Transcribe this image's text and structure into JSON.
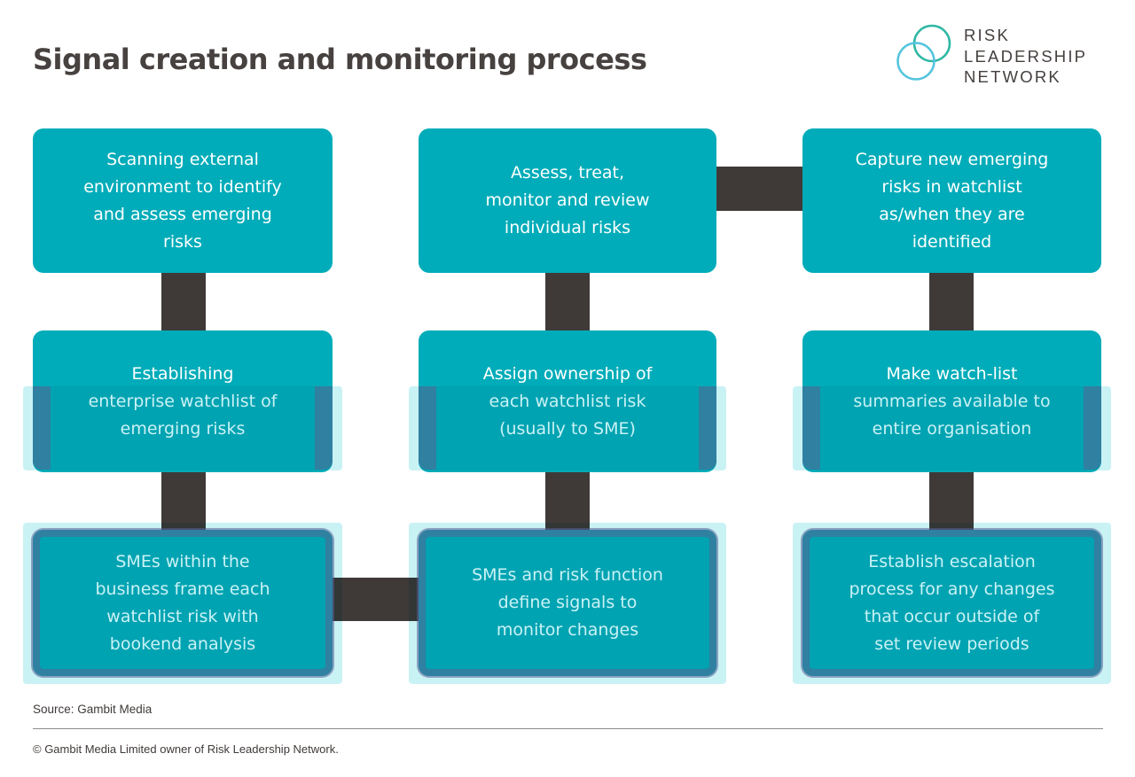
{
  "header": {
    "title": "Signal creation and monitoring process",
    "logo": {
      "text": "RISK\nLEADERSHIP\nNETWORK",
      "ring_teal_color": "#2eb7a4",
      "ring_blue_color": "#54c4de"
    }
  },
  "colors": {
    "box_teal": "#00acb9",
    "connector_dark": "#3f3a38",
    "highlight_cyan": "#c9f2f5",
    "highlight_edge_blue": "#3d87a8",
    "title_text": "#474140",
    "box_text": "#ffffff"
  },
  "flow": {
    "boxes": [
      {
        "id": "scan-external",
        "label": "Scanning external\nenvironment to identify\nand assess emerging\nrisks"
      },
      {
        "id": "assess-treat-monitor",
        "label": "Assess, treat,\nmonitor and review\nindividual risks"
      },
      {
        "id": "capture-new-risks",
        "label": "Capture new emerging\nrisks in watchlist\nas/when they are\nidentified"
      },
      {
        "id": "establish-watchlist",
        "label": "Establishing\nenterprise watchlist of\nemerging risks"
      },
      {
        "id": "assign-ownership",
        "label": "Assign ownership of\neach watchlist risk\n(usually to SME)"
      },
      {
        "id": "watchlist-summaries",
        "label": "Make watch-list\nsummaries available to\nentire organisation"
      },
      {
        "id": "smes-bookend-analysis",
        "label": "SMEs within the\nbusiness frame each\nwatchlist risk with\nbookend analysis"
      },
      {
        "id": "define-signals",
        "label": "SMEs and risk function\ndefine signals to\nmonitor changes"
      },
      {
        "id": "escalation-process",
        "label": "Establish escalation\nprocess for any changes\nthat occur outside of\nset review periods"
      }
    ]
  },
  "footer": {
    "source": "Source: Gambit Media",
    "copyright": "© Gambit Media Limited owner of Risk Leadership Network."
  }
}
